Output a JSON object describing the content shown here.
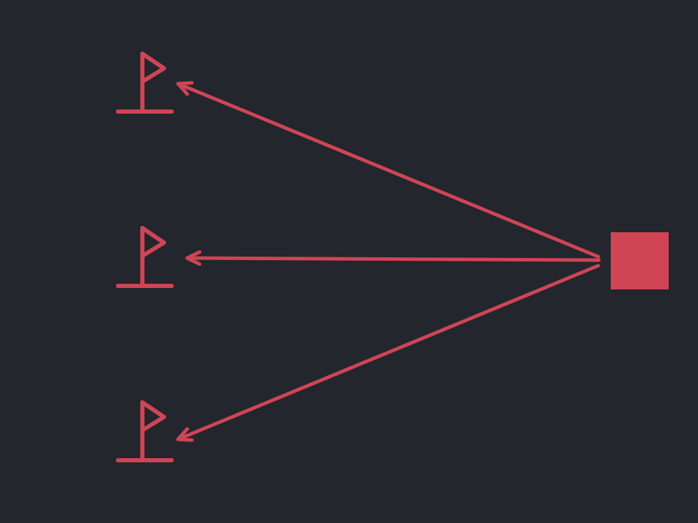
{
  "colors": {
    "background": "#23262d",
    "accent": "#cf4555"
  },
  "diagram": {
    "source": {
      "shape": "square",
      "icon": "square-node"
    },
    "targets": [
      {
        "icon": "flag-icon"
      },
      {
        "icon": "flag-icon"
      },
      {
        "icon": "flag-icon"
      }
    ],
    "edges": [
      {
        "from": "source",
        "to": 0,
        "arrow": "end"
      },
      {
        "from": "source",
        "to": 1,
        "arrow": "end"
      },
      {
        "from": "source",
        "to": 2,
        "arrow": "end"
      }
    ]
  }
}
